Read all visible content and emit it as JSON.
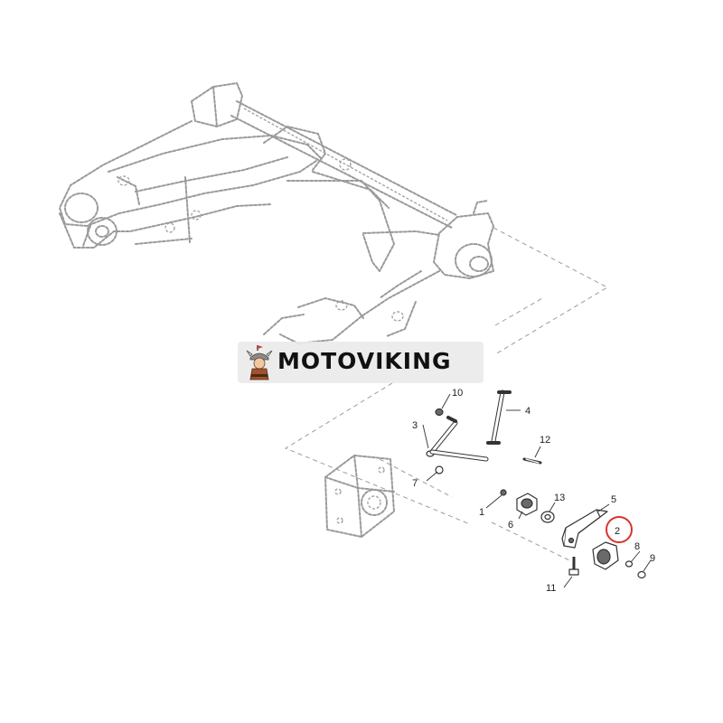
{
  "watermark": {
    "brand": "MOTOVIKING",
    "logo_icon": "viking-mascot-icon"
  },
  "highlight_color": "#d9342b",
  "highlighted_part": "2",
  "callouts": [
    {
      "id": "callout-1",
      "text": "1"
    },
    {
      "id": "callout-2",
      "text": "2"
    },
    {
      "id": "callout-3",
      "text": "3"
    },
    {
      "id": "callout-4",
      "text": "4"
    },
    {
      "id": "callout-5",
      "text": "5"
    },
    {
      "id": "callout-6",
      "text": "6"
    },
    {
      "id": "callout-7",
      "text": "7"
    },
    {
      "id": "callout-8",
      "text": "8"
    },
    {
      "id": "callout-9",
      "text": "9"
    },
    {
      "id": "callout-10",
      "text": "10"
    },
    {
      "id": "callout-11",
      "text": "11"
    },
    {
      "id": "callout-12",
      "text": "12"
    },
    {
      "id": "callout-13",
      "text": "13"
    }
  ]
}
